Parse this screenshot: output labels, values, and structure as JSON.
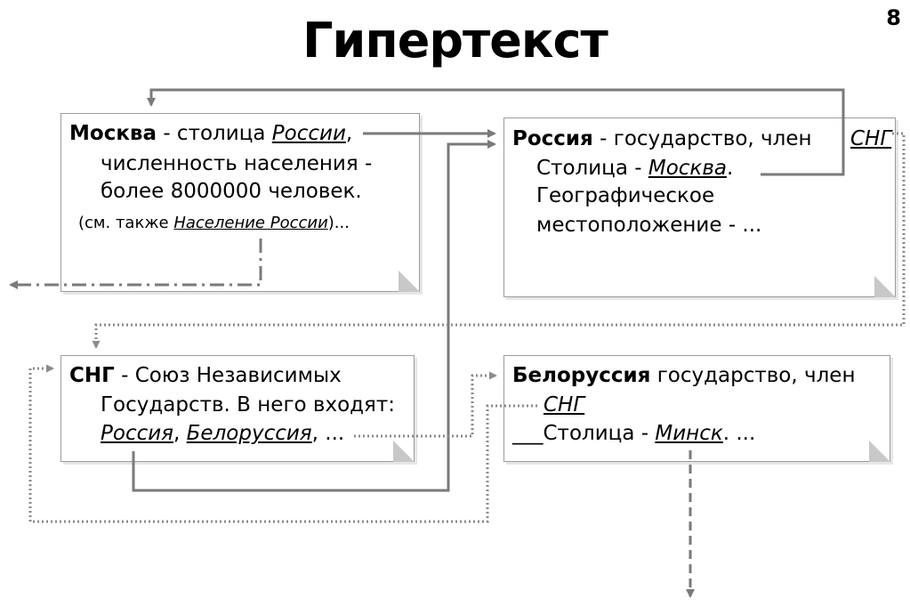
{
  "title": "Гипертекст",
  "page_number": "8",
  "cards": {
    "moskva": {
      "heading": "Москва",
      "sep1": " - столица ",
      "link_russia": "России",
      "comma": ",",
      "line2": "численность населения -",
      "line3": "более 8000000 человек.",
      "see_prefix": "(см. также ",
      "link_population": "Население России",
      "see_suffix": ")..."
    },
    "rossiya": {
      "heading": "Россия",
      "sep1": " - государство, член",
      "link_sng": "СНГ",
      "cap_prefix": "Столица - ",
      "link_moskva": "Москва",
      "cap_suffix": ".",
      "line3": "Географическое",
      "line4": "местоположение - ..."
    },
    "sng": {
      "heading": "СНГ",
      "sep1": " - Союз Независимых",
      "line2": "Государств. В него входят:",
      "link_russia": "Россия",
      "comma": ", ",
      "link_belarus": "Белоруссия",
      "suffix": ", ..."
    },
    "belorussiya": {
      "heading": "Белоруссия",
      "sep1": " государство, член",
      "link_sng": "СНГ",
      "cap_prefix": "___Столица - ",
      "link_minsk": "Минск",
      "cap_suffix": ". ..."
    }
  },
  "colors": {
    "solid_arrow": "#7a7a7a",
    "dotted_arrow": "#8a8a8a",
    "card_border": "#9c9c9c",
    "fold": "#c8c8c8"
  }
}
